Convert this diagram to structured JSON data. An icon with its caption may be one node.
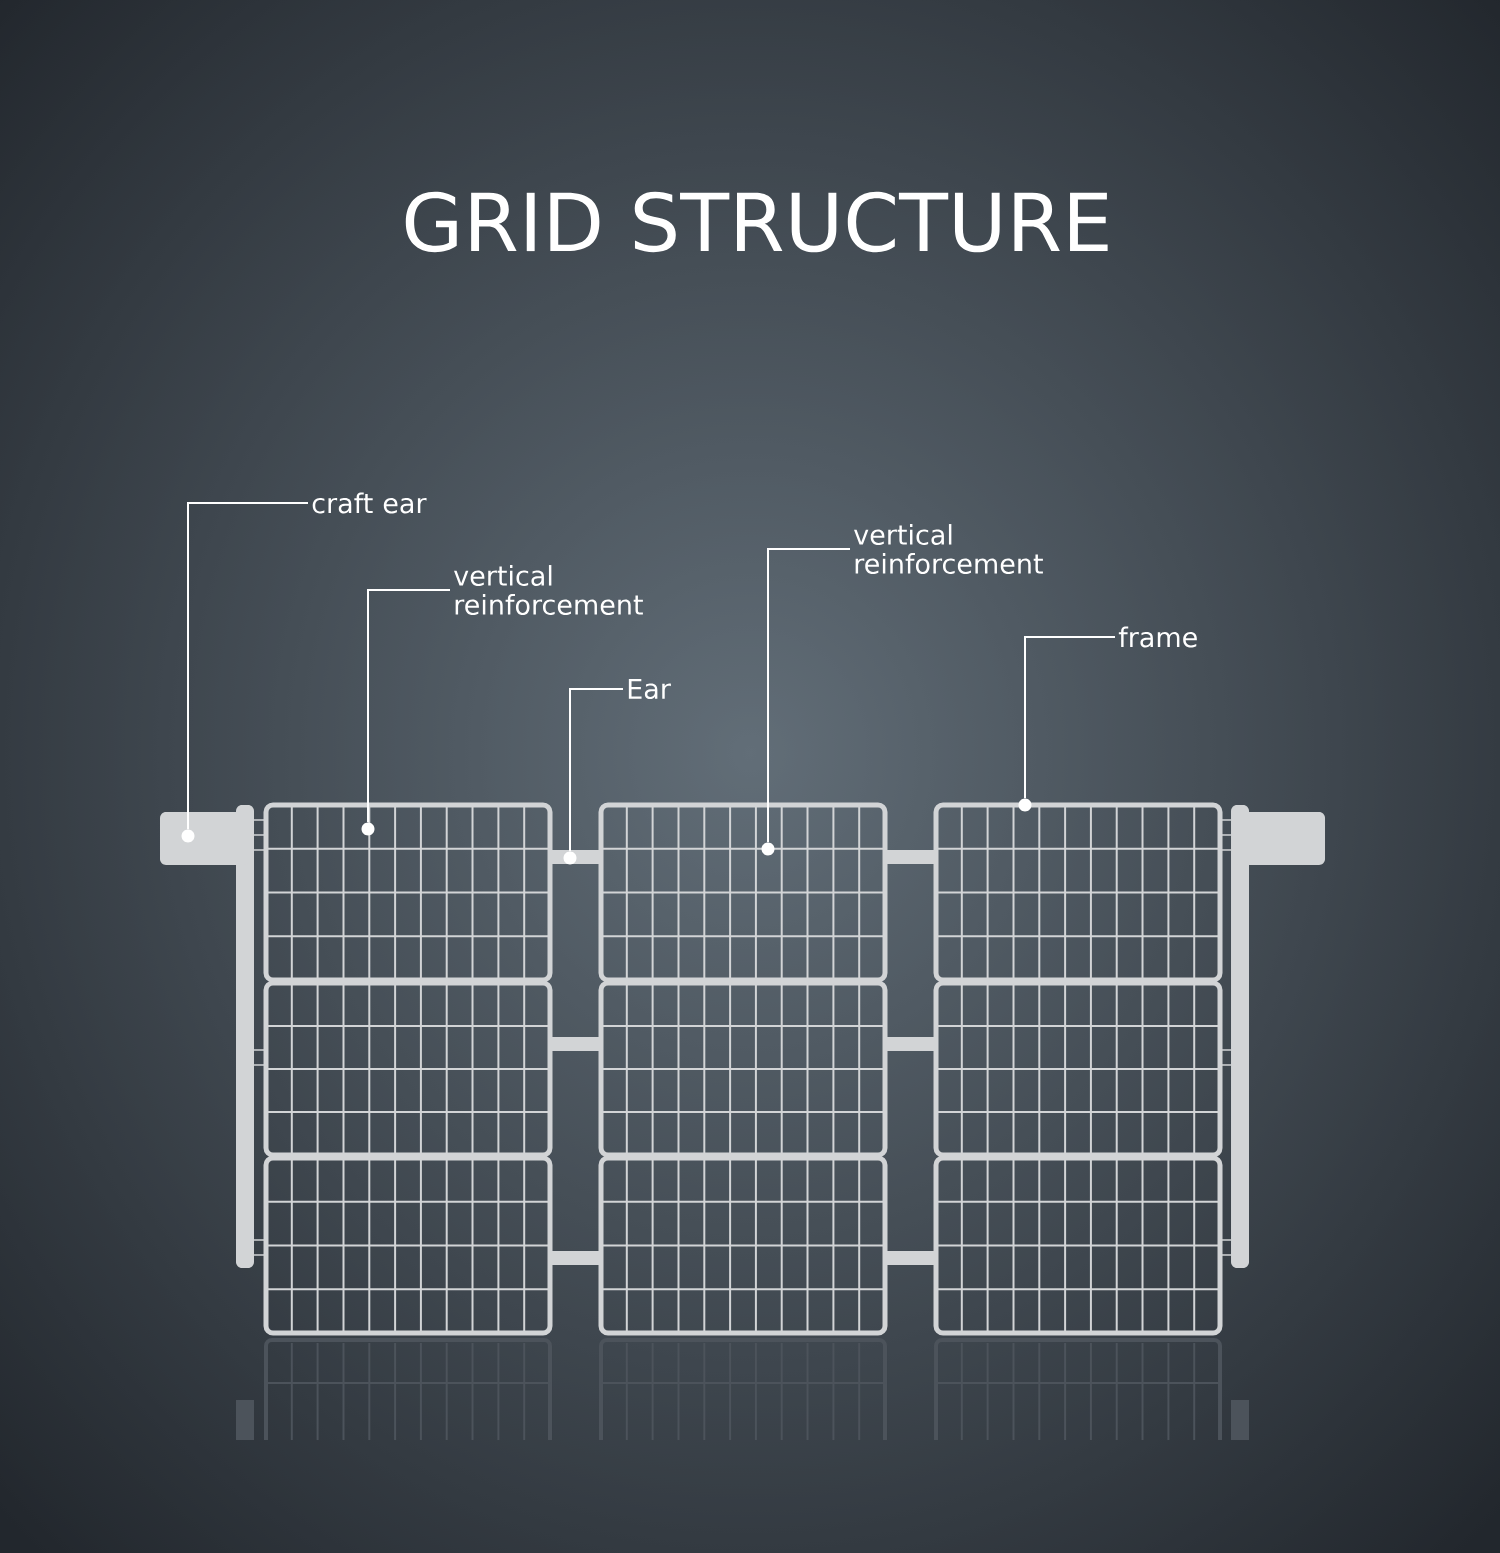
{
  "diagram": {
    "title": "GRID STRUCTURE",
    "nodes": [
      {
        "text": [
          "craft ear"
        ]
      },
      {
        "text": [
          "vertical reinforcement"
        ]
      },
      {
        "text": [
          "Ear"
        ]
      },
      {
        "text": [
          "vertical reinforcement"
        ]
      },
      {
        "text": [
          "frame"
        ]
      },
      {
        "text": [],
        "shape": "circle"
      },
      {
        "text": [],
        "shape": "circle"
      },
      {
        "text": [],
        "shape": "circle"
      },
      {
        "text": [],
        "shape": "circle"
      },
      {
        "text": [],
        "shape": "circle"
      }
    ],
    "edges": [
      {
        "from": 0,
        "to": 5,
        "arrow": "none"
      },
      {
        "from": 1,
        "to": 6,
        "arrow": "none"
      },
      {
        "from": 2,
        "to": 7,
        "arrow": "none"
      },
      {
        "from": 3,
        "to": 8,
        "arrow": "none"
      },
      {
        "from": 4,
        "to": 9,
        "arrow": "none"
      }
    ]
  }
}
